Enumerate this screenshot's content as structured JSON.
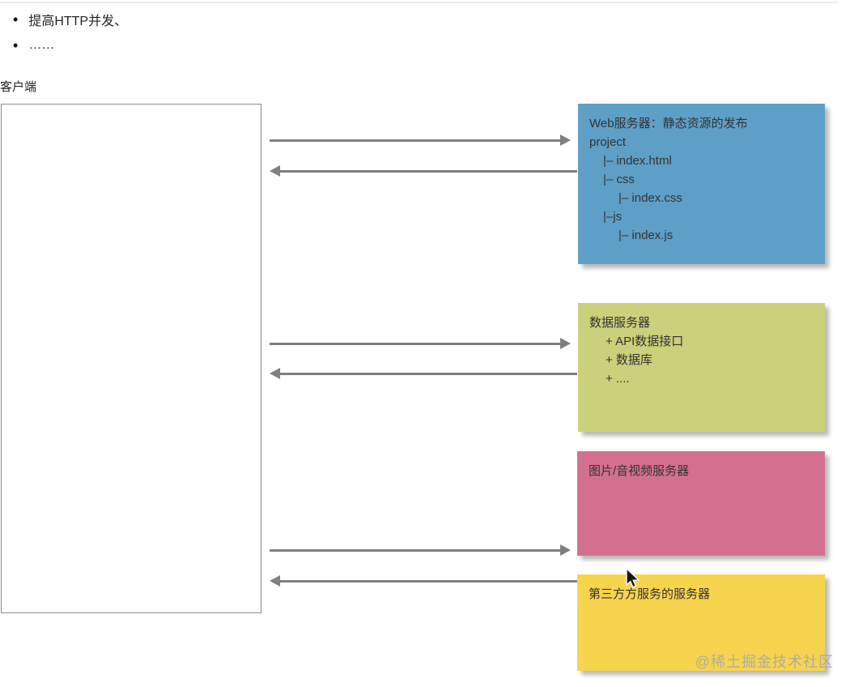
{
  "header": {
    "bullets": [
      "提高HTTP并发、",
      "……"
    ]
  },
  "diagram": {
    "client": {
      "label": "客户端"
    },
    "servers": [
      {
        "name": "web-server",
        "color": "#5e9fc7",
        "title": "Web服务器：静态资源的发布",
        "lines": [
          "project",
          "|– index.html",
          "|– css",
          "|– index.css",
          "|–js",
          "|– index.js"
        ]
      },
      {
        "name": "data-server",
        "color": "#cbd07a",
        "title": "数据服务器",
        "lines": [
          "+ API数据接口",
          "+ 数据库",
          "+ ...."
        ]
      },
      {
        "name": "media-server",
        "color": "#d4708f",
        "title": "图片/音视频服务器",
        "lines": []
      },
      {
        "name": "third-party-server",
        "color": "#f6d44e",
        "title": "第三方方服务的服务器",
        "lines": []
      }
    ],
    "arrow_color": "#7f7f7f"
  },
  "watermark": "@稀土掘金技术社区"
}
